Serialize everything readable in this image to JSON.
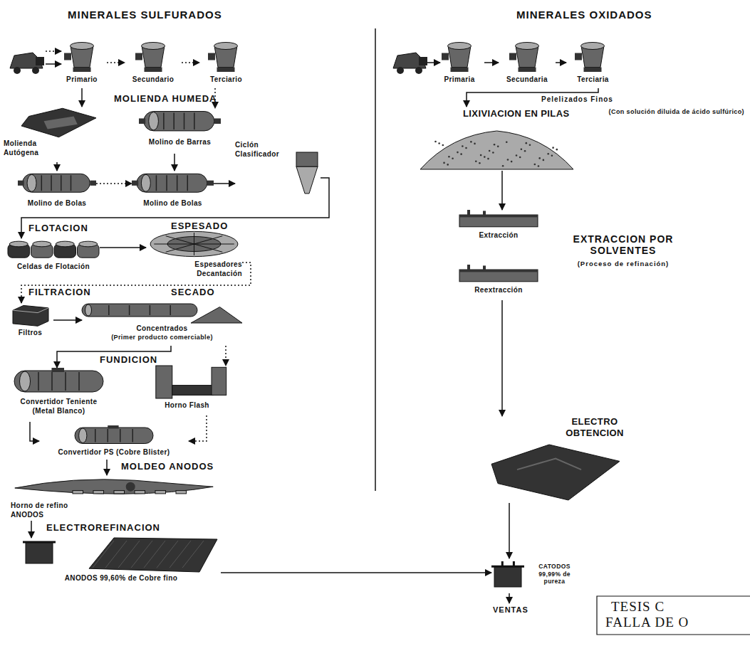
{
  "diagram": {
    "nodes": [
      {
        "text": [
          "Primario"
        ]
      },
      {
        "text": [
          "Secundario"
        ]
      },
      {
        "text": [
          "Terciario"
        ]
      },
      {
        "text": [
          "Molienda Autógena"
        ]
      },
      {
        "text": [
          "Molino de Barras"
        ]
      },
      {
        "text": [
          "Molino de Bolas"
        ]
      },
      {
        "text": [
          "Molino de Bolas"
        ]
      },
      {
        "text": [
          "Ciclón Clasificador"
        ]
      },
      {
        "text": [
          "Celdas de Flotación"
        ]
      },
      {
        "text": [
          "Espesadores Decantación"
        ]
      },
      {
        "text": [
          "Filtros"
        ]
      },
      {
        "text": [
          "Concentrados",
          "(Primer producto comerciable)"
        ]
      },
      {
        "text": [
          "Convertidor Teniente (Metal Blanco)"
        ]
      },
      {
        "text": [
          "Horno Flash"
        ]
      },
      {
        "text": [
          "Convertidor PS (Cobre Blister)"
        ]
      },
      {
        "text": [
          "Horno de refino ANODOS"
        ]
      },
      {
        "text": [
          "ANODOS 99,60% de Cobre fino"
        ]
      },
      {
        "text": [
          "Primaria"
        ]
      },
      {
        "text": [
          "Secundaria"
        ]
      },
      {
        "text": [
          "Terciaria"
        ]
      },
      {
        "text": [
          "LIXIVIACION EN PILAS",
          "(Con solución diluida de ácido sulfúrico)"
        ]
      },
      {
        "text": [
          "Extracción"
        ]
      },
      {
        "text": [
          "Reextracción"
        ]
      },
      {
        "text": [
          "ELECTRO OBTENCION"
        ]
      },
      {
        "text": [
          "CATODOS 99,99% de pureza"
        ]
      }
    ],
    "edges": [
      {
        "from": 0,
        "to": 1,
        "arrow": "to"
      },
      {
        "from": 1,
        "to": 2,
        "arrow": "to"
      },
      {
        "from": 0,
        "to": 3,
        "arrow": "to"
      },
      {
        "from": 2,
        "to": 4,
        "arrow": "to"
      },
      {
        "from": 3,
        "to": 5,
        "arrow": "to"
      },
      {
        "from": 4,
        "to": 6,
        "arrow": "to"
      },
      {
        "from": 5,
        "to": 6,
        "arrow": "to"
      },
      {
        "from": 6,
        "to": 7,
        "arrow": "to"
      },
      {
        "from": 7,
        "to": 8,
        "arrow": "to"
      },
      {
        "from": 8,
        "to": 9,
        "arrow": "to"
      },
      {
        "from": 9,
        "to": 10,
        "arrow": "to"
      },
      {
        "from": 10,
        "to": 11,
        "arrow": "to"
      },
      {
        "from": 11,
        "to": 12,
        "arrow": "to"
      },
      {
        "from": 11,
        "to": 13,
        "arrow": "to"
      },
      {
        "from": 12,
        "to": 14,
        "arrow": "to"
      },
      {
        "from": 13,
        "to": 14,
        "arrow": "to"
      },
      {
        "from": 14,
        "to": 15,
        "arrow": "to"
      },
      {
        "from": 15,
        "to": 16,
        "arrow": "to"
      },
      {
        "from": 16,
        "to": 24,
        "arrow": "to"
      },
      {
        "from": 17,
        "to": 18,
        "arrow": "to"
      },
      {
        "from": 18,
        "to": 19,
        "arrow": "to"
      },
      {
        "from": 19,
        "to": 20,
        "arrow": "to"
      },
      {
        "from": 20,
        "to": 21,
        "arrow": "to"
      },
      {
        "from": 22,
        "to": 23,
        "arrow": "to"
      },
      {
        "from": 23,
        "to": 24,
        "arrow": "to"
      }
    ],
    "labels": [
      "MINERALES SULFURADOS",
      "MINERALES OXIDADOS",
      "MOLIENDA HUMEDA",
      "FLOTACION",
      "ESPESADO",
      "FILTRACION",
      "SECADO",
      "FUNDICION",
      "MOLDEO ANODOS",
      "ELECTROREFINACION",
      "Pelelizados Finos",
      "EXTRACCION POR SOLVENTES",
      "(Proceso de refinación)",
      "VENTAS",
      "TESIS C",
      "FALLA DE O"
    ]
  }
}
